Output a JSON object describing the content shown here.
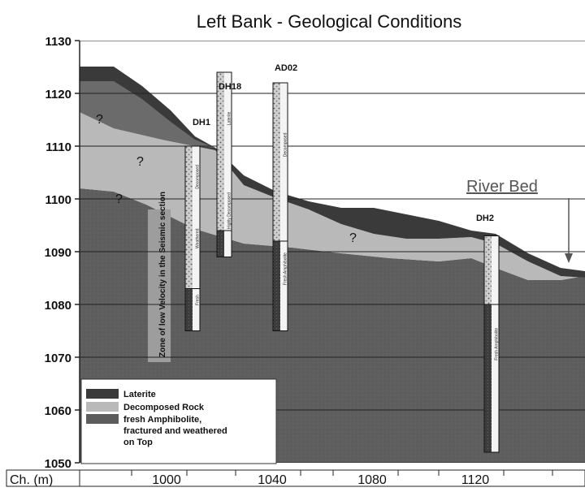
{
  "title": "Left Bank - Geological Conditions",
  "ylim": [
    1050,
    1130
  ],
  "y_ticks": [
    1130,
    1120,
    1110,
    1100,
    1090,
    1080,
    1070,
    1060,
    1050
  ],
  "x_axis": {
    "label": "Ch. (m)",
    "ticks": [
      "1000",
      "1040",
      "1080",
      "1120"
    ]
  },
  "river_bed_label": "River Bed",
  "boreholes": [
    {
      "name": "DH1",
      "top_elev": 1110,
      "bottom_elev": 1075,
      "segments": [
        {
          "from": 1110,
          "to": 1083,
          "pattern": "decomposed"
        },
        {
          "from": 1083,
          "to": 1075,
          "pattern": "fresh"
        }
      ],
      "logs": [
        "Decomposed",
        "Weathered",
        "Fresh"
      ]
    },
    {
      "name": "DH18",
      "top_elev": 1124,
      "bottom_elev": 1089,
      "segments": [
        {
          "from": 1124,
          "to": 1094,
          "pattern": "decomposed"
        },
        {
          "from": 1094,
          "to": 1089,
          "pattern": "fresh"
        }
      ],
      "logs": [
        "Laterite",
        "Highly Decomposed"
      ]
    },
    {
      "name": "AD02",
      "top_elev": 1122,
      "bottom_elev": 1075,
      "segments": [
        {
          "from": 1122,
          "to": 1092,
          "pattern": "decomposed"
        },
        {
          "from": 1092,
          "to": 1075,
          "pattern": "fresh"
        }
      ],
      "logs": [
        "Decomposed",
        "Fresh Amphibolite"
      ]
    },
    {
      "name": "DH2",
      "top_elev": 1093,
      "bottom_elev": 1052,
      "segments": [
        {
          "from": 1093,
          "to": 1080,
          "pattern": "decomposed"
        },
        {
          "from": 1080,
          "to": 1052,
          "pattern": "fresh"
        }
      ],
      "logs": [
        "Fresh Amphibolite"
      ]
    }
  ],
  "low_velocity_zone": "Zone of low Velocity in the Seismic section",
  "question_marks": [
    "?",
    "?",
    "?",
    "?"
  ],
  "legend": [
    {
      "label": "Laterite",
      "color": "#3a3a3a"
    },
    {
      "label": "Decomposed Rock",
      "color": "#b9b9b9"
    },
    {
      "label": "fresh Amphibolite, fractured and weathered on Top",
      "color": "#5c5c5c"
    }
  ],
  "colors": {
    "laterite": "#383838",
    "decomposed": "#b7b7b7",
    "fresh": "#5e5e5e",
    "upper_decomposed": "#9a9a9a"
  }
}
